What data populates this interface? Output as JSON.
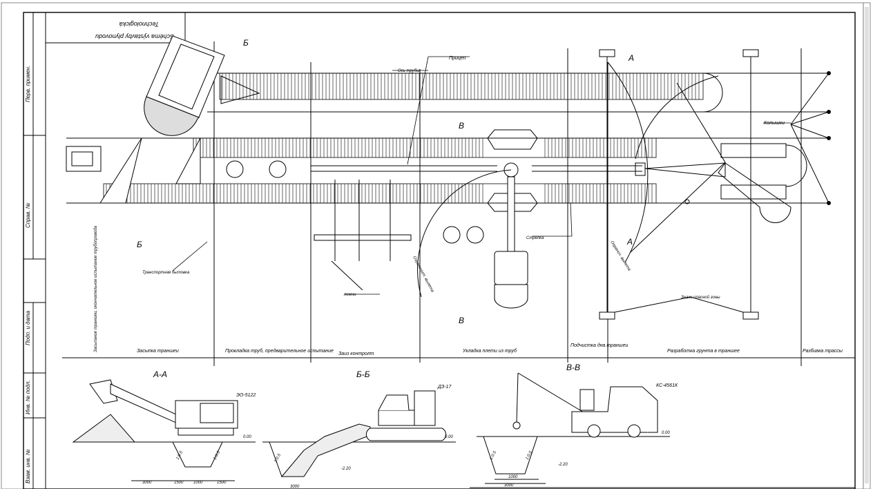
{
  "title_block": {
    "line1": "Technologická",
    "line2": "Schéma výstavby plynovodu"
  },
  "side_stamps": {
    "perv_primen": "Перв. примен.",
    "sprav_no": "Справ. №",
    "podp_data": "Подп. и дата",
    "inv_podl": "Инв. № подл.",
    "vzam_inv": "Взам. инв. №"
  },
  "section_marks": {
    "A": "А",
    "B": "Б",
    "V": "В"
  },
  "callouts": {
    "pritsep": "Прицеп",
    "os_truby": "Ось трубы",
    "kolyshki": "Колышки",
    "strelka": "Стрелка",
    "ogranichitel": "Ограничит. вылета",
    "ogranich_vyleta": "Огранич. вылета",
    "transport_bytovka": "Транспортная бытовка",
    "lezhni": "лежни",
    "znaki_opasnoi_zony": "Знаки опасной зоны"
  },
  "vertical_note": "Засыпание траншеи, окончательное испытание трубопровода",
  "stages": [
    "Засыпка траншеи",
    "Прокладка труб, предварительное испытание",
    "Заиз контролт",
    "Укладка плети из труб",
    "Подчистка дна траншеи",
    "Разработка грунта в траншее",
    "Разбивка трассы"
  ],
  "sections": {
    "aa": "А-А",
    "bb": "Б-Б",
    "vv": "В-В"
  },
  "machines": {
    "excavator": "ЭО-5122",
    "bulldozer": "ДЗ-17",
    "crane": "КС-4561К"
  },
  "levels": {
    "zero_a": "0.00",
    "zero_b": "0.00",
    "zero_c": "0.00",
    "depth_b": "-2.20",
    "depth_c": "-2.20"
  },
  "slopes": {
    "a_left": "1:0.5",
    "a_right": "1:0.5",
    "b_left": "1:0.5",
    "c_left": "1:0.5",
    "c_right": "1:0.5"
  },
  "dims": {
    "a1": "3000",
    "a2": "1500",
    "a3": "1000",
    "a4": "1500",
    "b1": "3000",
    "c1": "1000",
    "c2": "3000"
  }
}
